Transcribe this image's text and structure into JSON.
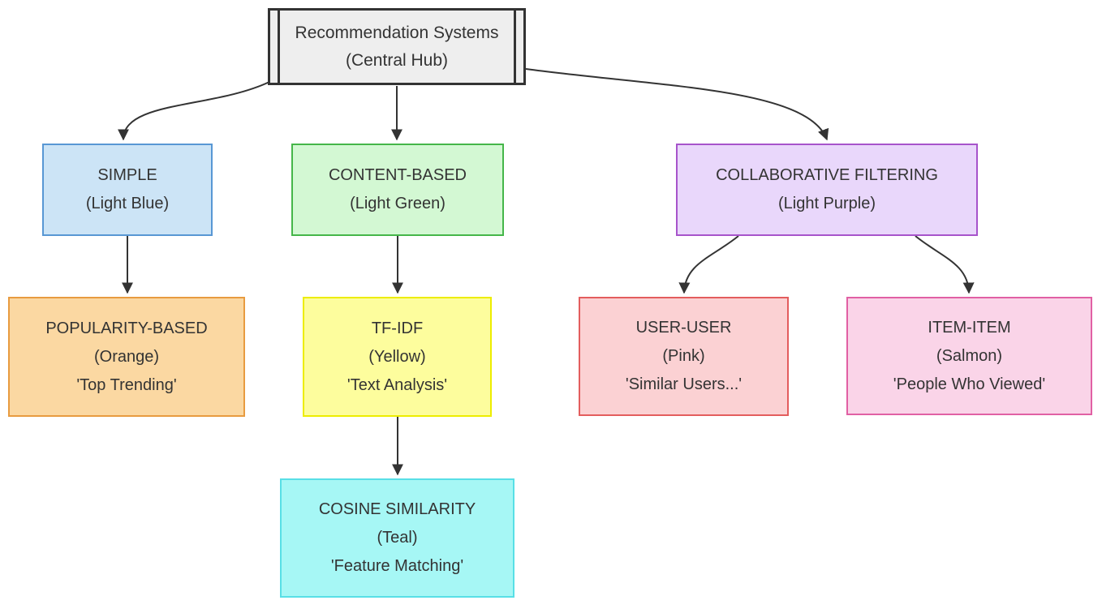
{
  "diagram": {
    "title": "Recommendation Systems Diagram",
    "background": "#ffffff",
    "line_color": "#333333",
    "text_color": "#333333",
    "nodes": {
      "hub": {
        "label_lines": [
          "Recommendation Systems",
          "(Central Hub)"
        ],
        "fill": "#eeeeee",
        "border": "#333333",
        "shape": "subroutine"
      },
      "simple": {
        "label_lines": [
          "SIMPLE",
          "(Light Blue)"
        ],
        "fill": "#cce4f6",
        "border": "#5897d4"
      },
      "content": {
        "label_lines": [
          "CONTENT-BASED",
          "(Light Green)"
        ],
        "fill": "#d3f8d3",
        "border": "#45b649"
      },
      "collab": {
        "label_lines": [
          "COLLABORATIVE FILTERING",
          "(Light Purple)"
        ],
        "fill": "#e9d7fb",
        "border": "#a754cb"
      },
      "popularity": {
        "label_lines": [
          "POPULARITY-BASED",
          "(Orange)",
          "'Top Trending'"
        ],
        "fill": "#fbd8a2",
        "border": "#e89b40"
      },
      "tfidf": {
        "label_lines": [
          "TF-IDF",
          "(Yellow)",
          "'Text Analysis'"
        ],
        "fill": "#fdfd9d",
        "border": "#eded00"
      },
      "cosine": {
        "label_lines": [
          "COSINE SIMILARITY",
          "(Teal)",
          "'Feature Matching'"
        ],
        "fill": "#a6f7f5",
        "border": "#58dfe6"
      },
      "useruser": {
        "label_lines": [
          "USER-USER",
          "(Pink)",
          "'Similar Users...'"
        ],
        "fill": "#fbd1d3",
        "border": "#e35d5d"
      },
      "itemitem": {
        "label_lines": [
          "ITEM-ITEM",
          "(Salmon)",
          "'People Who Viewed'"
        ],
        "fill": "#fad4e8",
        "border": "#e160a4"
      }
    },
    "edges": [
      {
        "from": "hub",
        "to": "simple"
      },
      {
        "from": "hub",
        "to": "content"
      },
      {
        "from": "hub",
        "to": "collab"
      },
      {
        "from": "simple",
        "to": "popularity"
      },
      {
        "from": "content",
        "to": "tfidf"
      },
      {
        "from": "tfidf",
        "to": "cosine"
      },
      {
        "from": "collab",
        "to": "useruser"
      },
      {
        "from": "collab",
        "to": "itemitem"
      }
    ]
  }
}
